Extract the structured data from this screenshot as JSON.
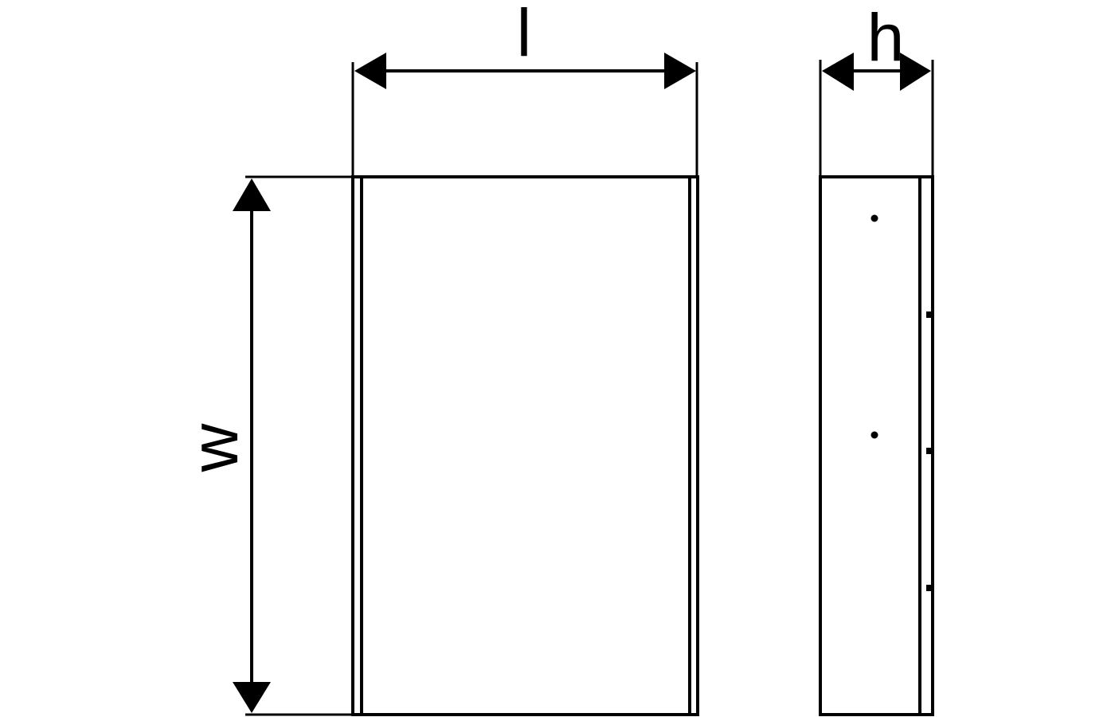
{
  "diagram": {
    "labels": {
      "length": "l",
      "width": "w",
      "height": "h"
    },
    "colors": {
      "stroke": "#000000",
      "background": "#ffffff"
    }
  }
}
